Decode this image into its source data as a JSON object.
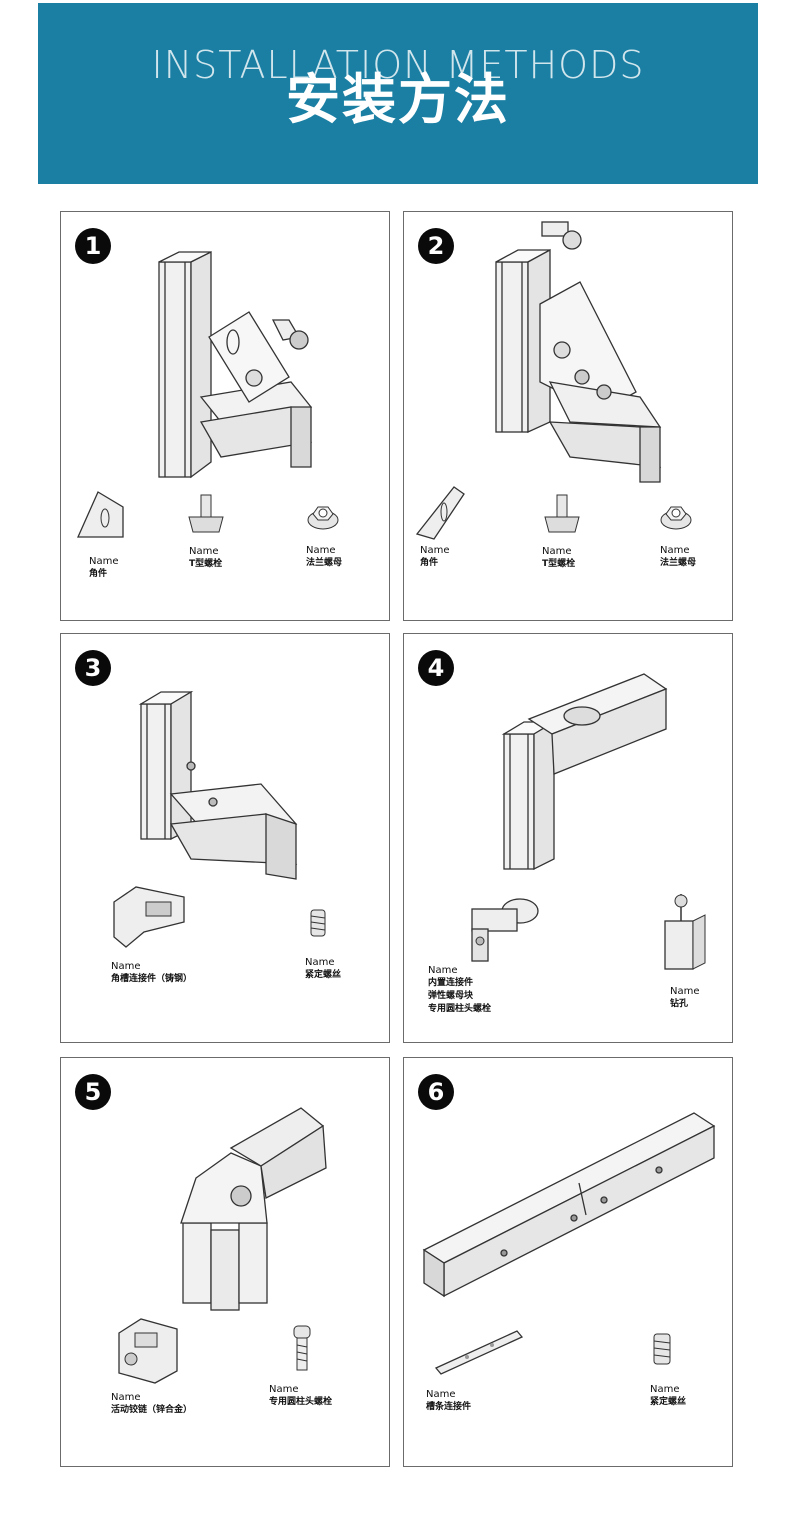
{
  "banner": {
    "title_en": "INSTALLATION METHODS",
    "title_cn": "安装方法"
  },
  "panels": [
    {
      "number": "1",
      "parts": [
        {
          "name": "Name",
          "desc": "角件"
        },
        {
          "name": "Name",
          "desc": "T型螺栓"
        },
        {
          "name": "Name",
          "desc": "法兰螺母"
        }
      ]
    },
    {
      "number": "2",
      "parts": [
        {
          "name": "Name",
          "desc": "角件"
        },
        {
          "name": "Name",
          "desc": "T型螺栓"
        },
        {
          "name": "Name",
          "desc": "法兰螺母"
        }
      ]
    },
    {
      "number": "3",
      "parts": [
        {
          "name": "Name",
          "desc": "角槽连接件（铸钢）"
        },
        {
          "name": "Name",
          "desc": "紧定螺丝"
        }
      ]
    },
    {
      "number": "4",
      "parts": [
        {
          "name": "Name",
          "desc": "内置连接件",
          "desc2": "弹性螺母块",
          "desc3": "专用圆柱头螺栓"
        },
        {
          "name": "Name",
          "desc": "钻孔"
        }
      ]
    },
    {
      "number": "5",
      "parts": [
        {
          "name": "Name",
          "desc": "活动铰链（锌合金）"
        },
        {
          "name": "Name",
          "desc": "专用圆柱头螺栓"
        }
      ]
    },
    {
      "number": "6",
      "parts": [
        {
          "name": "Name",
          "desc": "槽条连接件"
        },
        {
          "name": "Name",
          "desc": "紧定螺丝"
        }
      ]
    }
  ]
}
